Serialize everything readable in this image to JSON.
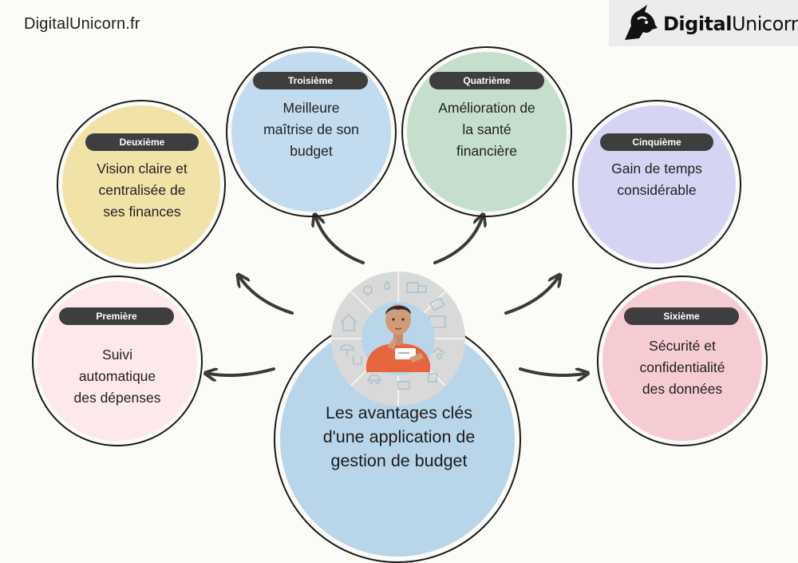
{
  "header": {
    "site_name": "DigitalUnicorn.fr",
    "logo": {
      "part1": "Digital",
      "part2": "Unicorn",
      "icon": "unicorn-head-icon"
    }
  },
  "hub": {
    "title_lines": [
      "Les avantages clés",
      "d'une application de",
      "gestion de budget"
    ],
    "illustration": "person-thinking-with-finance-icons",
    "color": "#b9d5e9"
  },
  "benefits": [
    {
      "badge": "Première",
      "lines": [
        "Suivi",
        "automatique",
        "des dépenses"
      ],
      "color": "#fde9eb"
    },
    {
      "badge": "Deuxième",
      "lines": [
        "Vision claire et",
        "centralisée de",
        "ses finances"
      ],
      "color": "#f1e2a8"
    },
    {
      "badge": "Troisième",
      "lines": [
        "Meilleure",
        "maîtrise de son",
        "budget"
      ],
      "color": "#c2dbee"
    },
    {
      "badge": "Quatrième",
      "lines": [
        "Amélioration de",
        "la santé",
        "financière"
      ],
      "color": "#c6dfcc"
    },
    {
      "badge": "Cinquième",
      "lines": [
        "Gain de temps",
        "considérable"
      ],
      "color": "#d5d5f3"
    },
    {
      "badge": "Sixième",
      "lines": [
        "Sécurité et",
        "confidentialité",
        "des données"
      ],
      "color": "#f6ccd3"
    }
  ]
}
